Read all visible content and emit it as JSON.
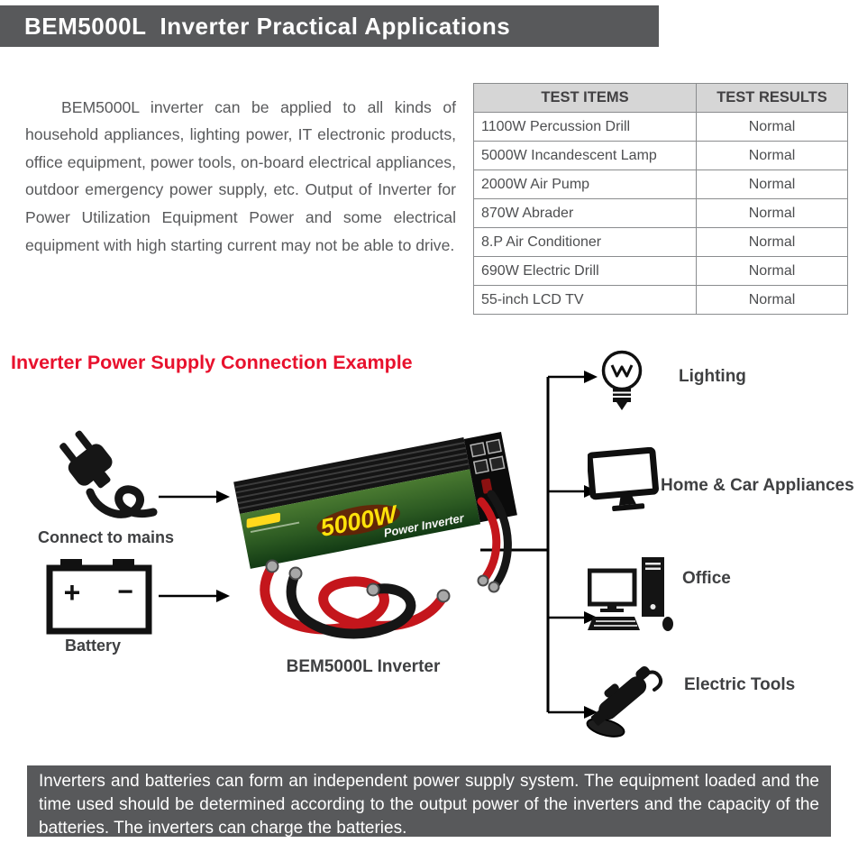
{
  "header": {
    "title": "BEM5000L  Inverter Practical Applications"
  },
  "intro": {
    "text": "BEM5000L inverter can be applied to all kinds of household appliances, lighting power, IT electronic products, office equipment, power tools, on-board electrical appliances, outdoor emergency power supply, etc. Output of Inverter for Power Utilization Equipment Power and some electrical equipment with high starting current may not be able to drive."
  },
  "test_table": {
    "headers": [
      "TEST ITEMS",
      "TEST RESULTS"
    ],
    "rows": [
      [
        "1100W Percussion Drill",
        "Normal"
      ],
      [
        "5000W Incandescent Lamp",
        "Normal"
      ],
      [
        "2000W Air Pump",
        "Normal"
      ],
      [
        "870W Abrader",
        "Normal"
      ],
      [
        "8.P Air Conditioner",
        "Normal"
      ],
      [
        "690W Electric Drill",
        "Normal"
      ],
      [
        "55-inch LCD TV",
        "Normal"
      ]
    ]
  },
  "diagram": {
    "title": "Inverter Power Supply Connection Example",
    "mains_label": "Connect to mains",
    "battery_label": "Battery",
    "battery_plus": "+",
    "battery_minus": "−",
    "inverter_label": "BEM5000L Inverter",
    "inverter": {
      "watt": "5000W",
      "panel_text": "Power Inverter"
    },
    "outputs": [
      {
        "label": "Lighting"
      },
      {
        "label": "Home & Car Appliances"
      },
      {
        "label": "Office"
      },
      {
        "label": "Electric Tools"
      }
    ]
  },
  "footer": {
    "text": "Inverters and batteries can form an independent power supply system. The equipment loaded and the time used should be determined according to the output power of the inverters and the capacity of the batteries. The inverters can charge the batteries."
  },
  "colors": {
    "banner_gray": "#58595b",
    "accent_red": "#e8112d",
    "table_header_bg": "#d6d6d6",
    "table_border": "#8a8c8e",
    "cable_red": "#c4161c"
  }
}
